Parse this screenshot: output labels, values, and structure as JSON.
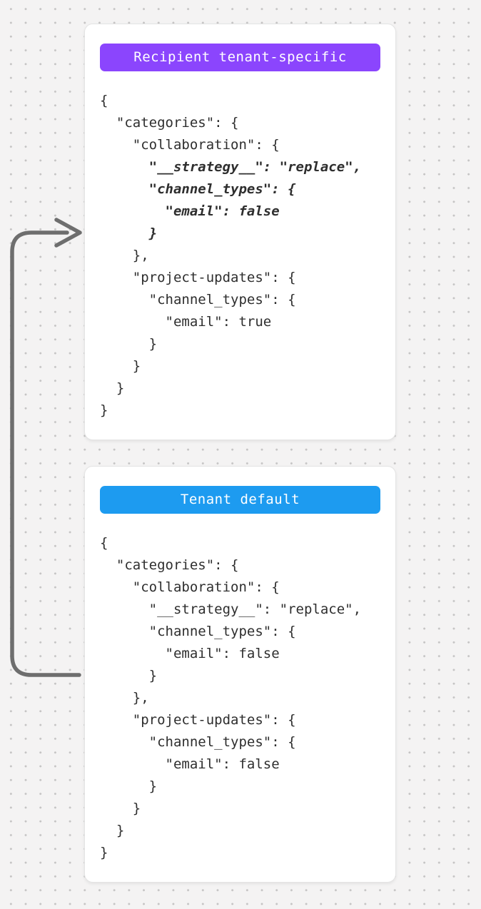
{
  "arrow": {
    "color": "#6e6e6e"
  },
  "cards": [
    {
      "badge": {
        "label": "Recipient tenant-specific",
        "color": "#8b45fd"
      },
      "code_lines": [
        {
          "text": "{",
          "em": false
        },
        {
          "text": "  \"categories\": {",
          "em": false
        },
        {
          "text": "    \"collaboration\": {",
          "em": false
        },
        {
          "text": "      \"__strategy__\": \"replace\",",
          "em": true
        },
        {
          "text": "      \"channel_types\": {",
          "em": true
        },
        {
          "text": "        \"email\": false",
          "em": true
        },
        {
          "text": "      }",
          "em": true
        },
        {
          "text": "    },",
          "em": false
        },
        {
          "text": "    \"project-updates\": {",
          "em": false
        },
        {
          "text": "      \"channel_types\": {",
          "em": false
        },
        {
          "text": "        \"email\": true",
          "em": false
        },
        {
          "text": "      }",
          "em": false
        },
        {
          "text": "    }",
          "em": false
        },
        {
          "text": "  }",
          "em": false
        },
        {
          "text": "}",
          "em": false
        }
      ]
    },
    {
      "badge": {
        "label": "Tenant default",
        "color": "#1d9bf0"
      },
      "code_lines": [
        {
          "text": "{",
          "em": false
        },
        {
          "text": "  \"categories\": {",
          "em": false
        },
        {
          "text": "    \"collaboration\": {",
          "em": false
        },
        {
          "text": "      \"__strategy__\": \"replace\",",
          "em": false
        },
        {
          "text": "      \"channel_types\": {",
          "em": false
        },
        {
          "text": "        \"email\": false",
          "em": false
        },
        {
          "text": "      }",
          "em": false
        },
        {
          "text": "    },",
          "em": false
        },
        {
          "text": "    \"project-updates\": {",
          "em": false
        },
        {
          "text": "      \"channel_types\": {",
          "em": false
        },
        {
          "text": "        \"email\": false",
          "em": false
        },
        {
          "text": "      }",
          "em": false
        },
        {
          "text": "    }",
          "em": false
        },
        {
          "text": "  }",
          "em": false
        },
        {
          "text": "}",
          "em": false
        }
      ]
    }
  ]
}
